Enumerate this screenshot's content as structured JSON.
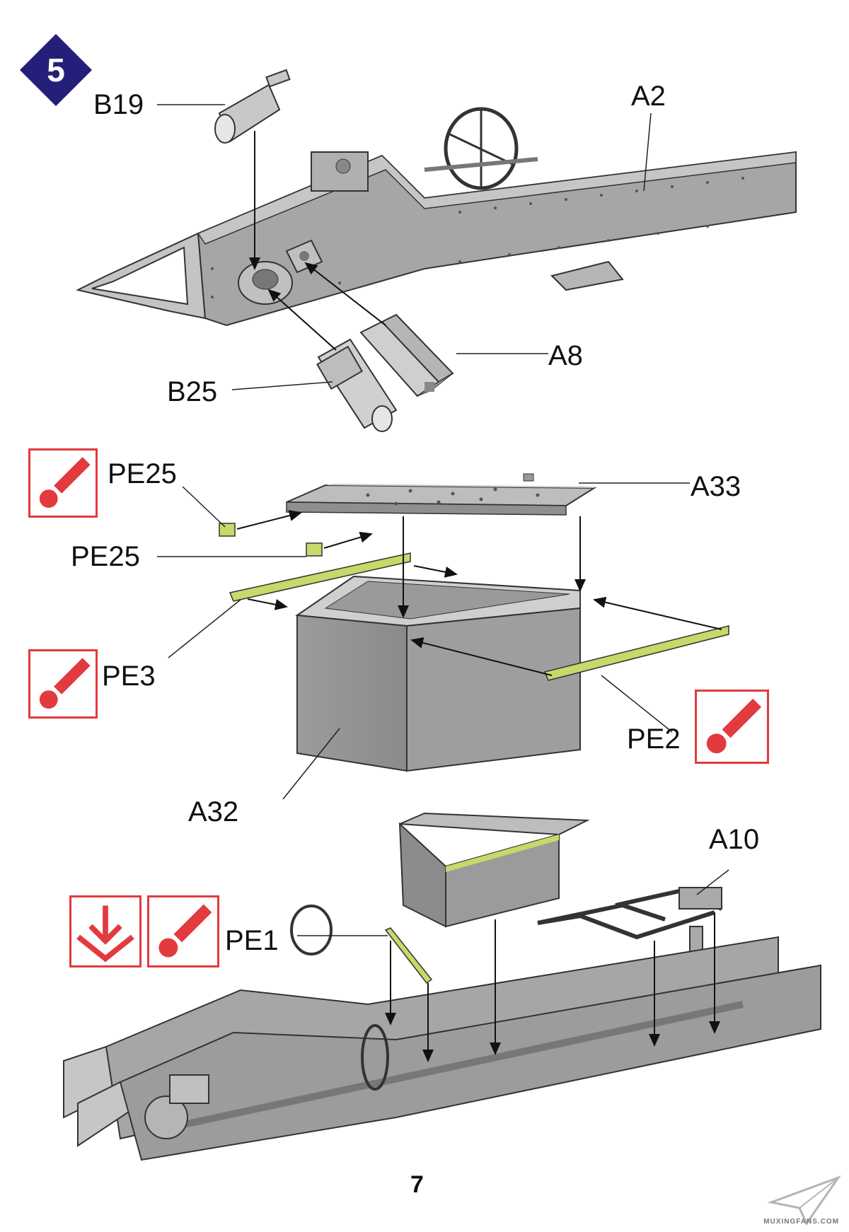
{
  "step": {
    "number": "5"
  },
  "labels": {
    "b19": "B19",
    "a2": "A2",
    "a8": "A8",
    "b25": "B25",
    "pe25_top": "PE25",
    "a33": "A33",
    "pe25_bottom": "PE25",
    "pe3": "PE3",
    "pe2": "PE2",
    "a32": "A32",
    "a10": "A10",
    "pe1": "PE1"
  },
  "icons": {
    "glue": "glue-tube-icon",
    "bend": "bend-arrow-icon"
  },
  "colors": {
    "step_badge": "#24207a",
    "icon_red": "#e23a3f",
    "photo_etch": "#c8d86a",
    "part_grey": "#9a9a9a"
  },
  "page_number": "7",
  "watermark": "MUXINGFANS.COM"
}
